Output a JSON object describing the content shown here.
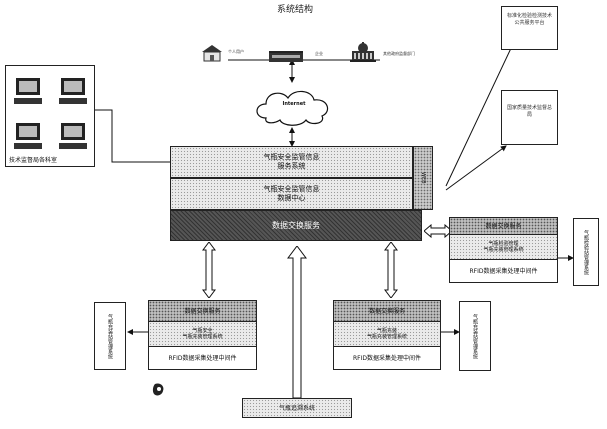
{
  "title": "系统结构",
  "top_actors": {
    "personal_user": "个人用户",
    "enterprise": "企业",
    "other_gov": "其他政府监督部门"
  },
  "internet": "Internet",
  "right_boxes": {
    "top": "标准化检验检测技术公共服务平台",
    "bottom": "国家质量技术监督总局"
  },
  "left_station": "技术监督局各科室",
  "center": {
    "service_system": [
      "气瓶安全监管信息",
      "服务系统"
    ],
    "data_center": [
      "气瓶安全监管信息",
      "数据中心"
    ],
    "side_tag": "WEB",
    "exchange": "数据交换服务"
  },
  "middleware_units": [
    {
      "exchange": "数据交换服务",
      "manage": [
        "气瓶检验管理",
        "气瓶充装管理系统"
      ],
      "rfid": "RFID数据采集处理中间件",
      "side_system": "气瓶检验站管理系统"
    },
    {
      "exchange": "数据交换服务",
      "manage": [
        "气瓶安全",
        "气瓶充装管理系统"
      ],
      "rfid": "RFID数据采集处理中间件",
      "side_system": "气瓶充装站管理系统"
    },
    {
      "exchange": "数据交换服务",
      "manage": [
        "气瓶充装",
        "气瓶充装管理系统"
      ],
      "rfid": "RFID数据采集处理中间件",
      "side_system": "气瓶充装站管理系统"
    }
  ],
  "bottom_system": "气瓶追溯系统"
}
